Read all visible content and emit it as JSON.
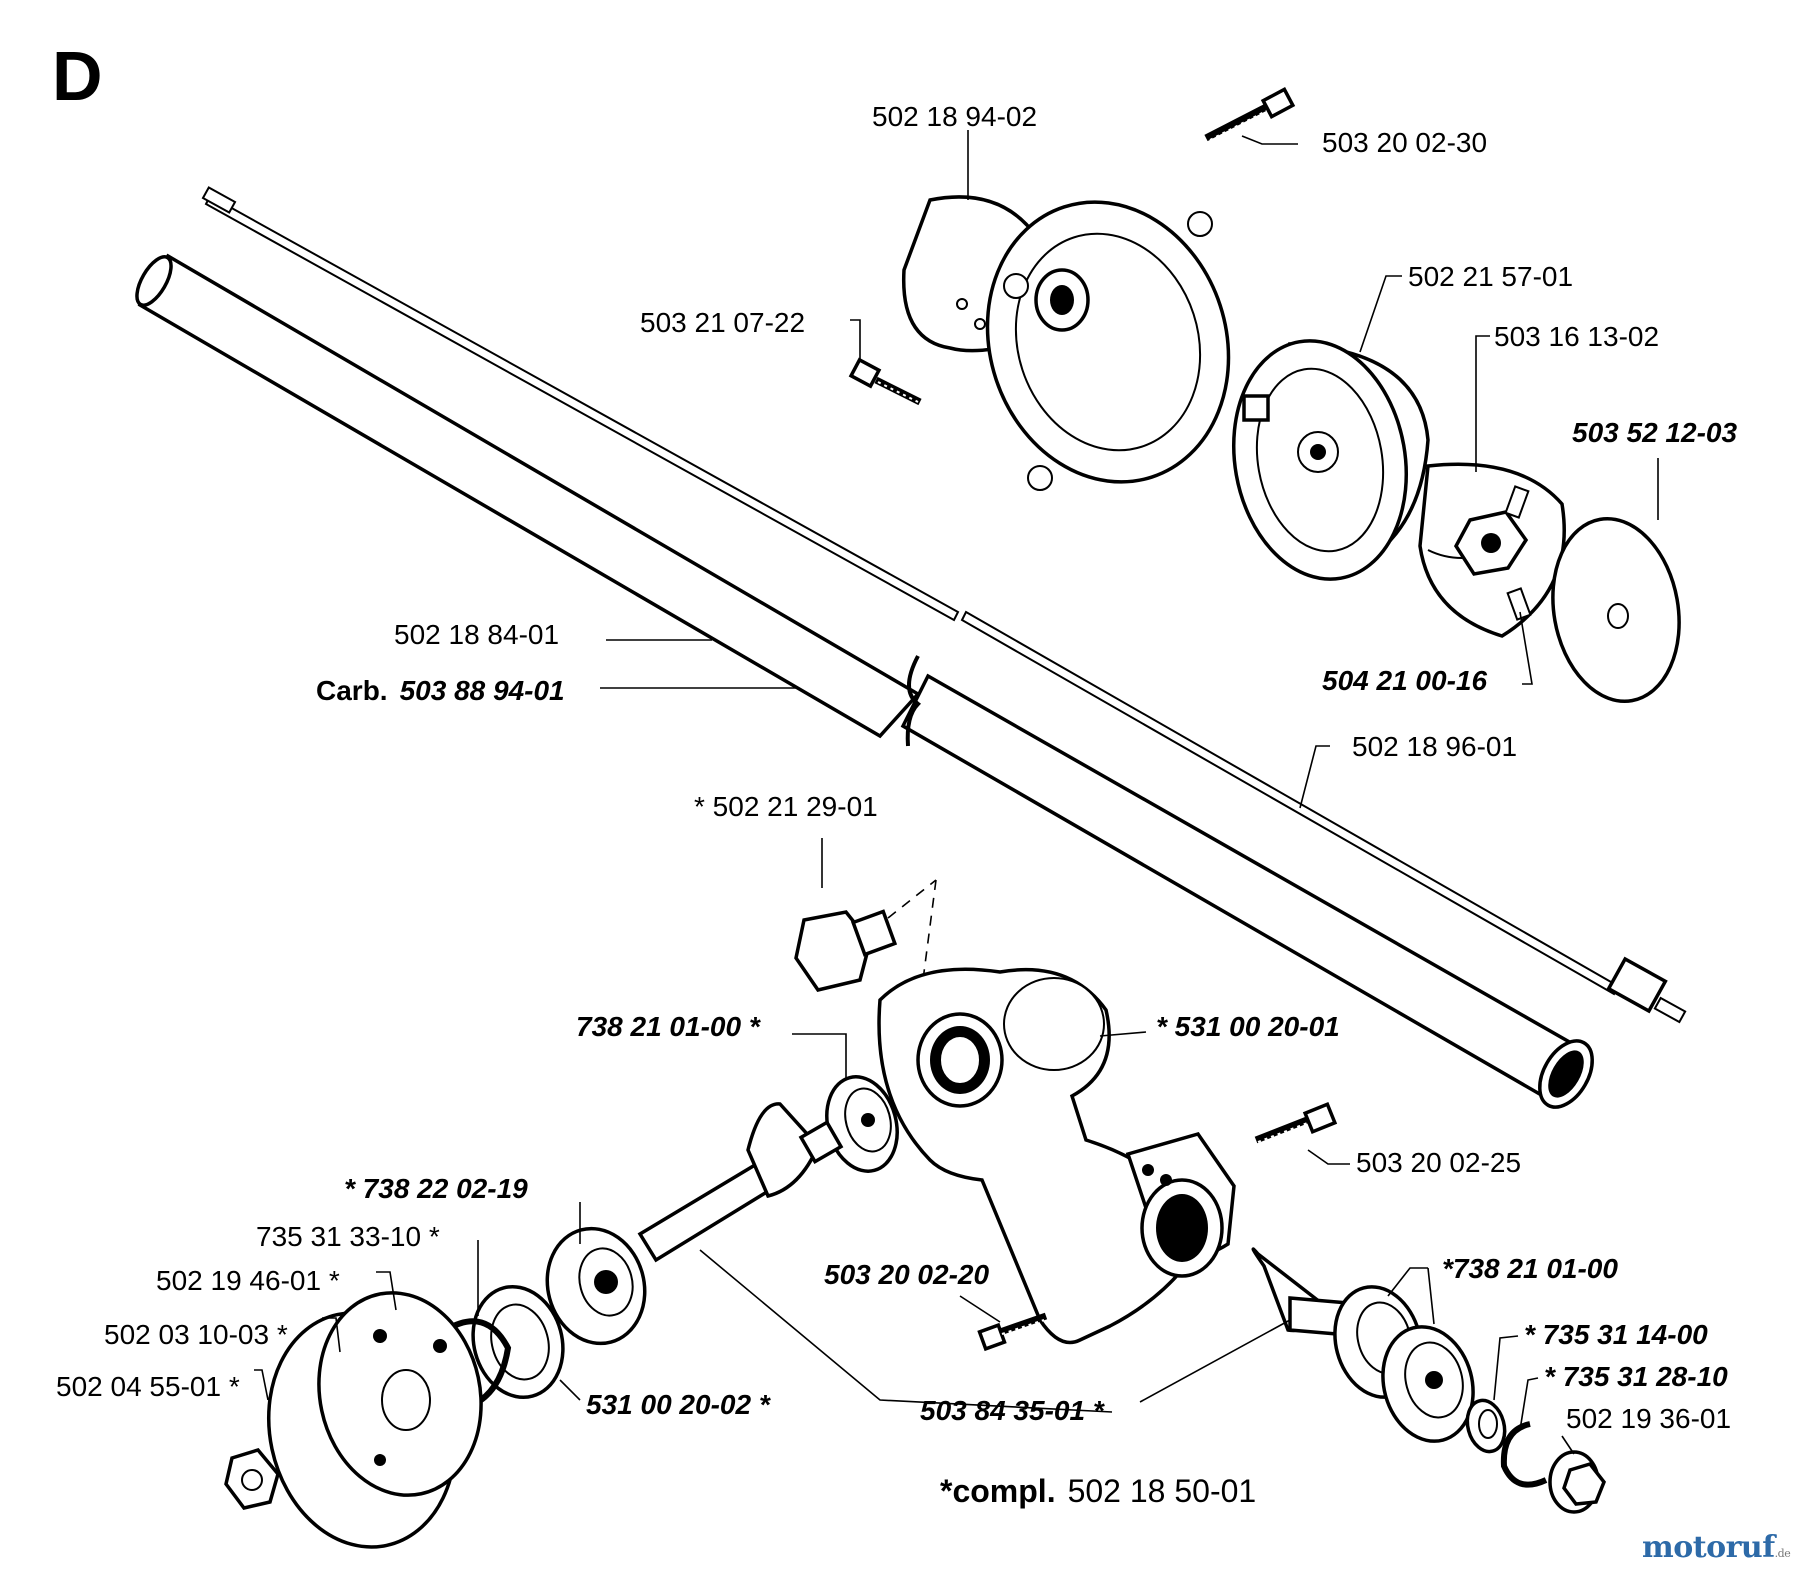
{
  "section_letter": "D",
  "labels": {
    "gear_housing_upper": "502 18 94-02",
    "screw_top": "503 20 02-30",
    "screw_left": "503 21 07-22",
    "clutch_drum": "502 21 57-01",
    "clutch": "503 16 13-02",
    "washer": "503 52 12-03",
    "spring": "504 21 00-16",
    "drive_shaft": "502 18 96-01",
    "tube": "502 18 84-01",
    "carb_prefix": "Carb.",
    "carb_part": "503 88 94-01",
    "plug": "* 502 21 29-01",
    "bearing_left": "738 21 01-00 *",
    "gear_housing": "* 531 00 20-01",
    "screw_clamp": "503 20 02-25",
    "bearing_small": "* 738 22 02-19",
    "ring_735_31_33": "735 31 33-10 *",
    "flange_502_19_46": "502 19 46-01 *",
    "disc_502_03_10": "502 03 10-03 *",
    "nut_502_04_55": "502 04 55-01 *",
    "screw_housing": "503 20 02-20",
    "bearing_right": "*738 21 01-00",
    "washer_735_31_14": "* 735 31 14-00",
    "circlip": "* 735 31 28-10",
    "cap": "502 19 36-01",
    "cover_531": "531 00 20-02 *",
    "shaft_gear": "503 84 35-01 *",
    "compl_prefix": "*compl.",
    "compl_part": "502 18 50-01"
  },
  "watermark": {
    "text": "motoruf",
    "suffix": ".de"
  }
}
